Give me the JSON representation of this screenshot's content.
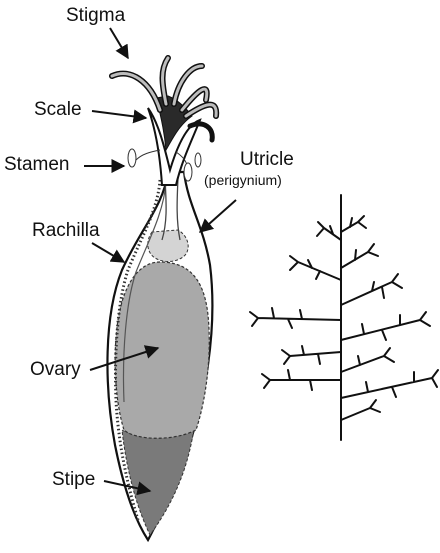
{
  "labels": {
    "stigma": "Stigma",
    "scale": "Scale",
    "stamen": "Stamen",
    "utricle": "Utricle",
    "utricle_sub": "(perigynium)",
    "rachilla": "Rachilla",
    "ovary": "Ovary",
    "stipe": "Stipe"
  },
  "colors": {
    "ovary_fill": "#a9a9a9",
    "stipe_fill": "#7a7a7a",
    "ink": "#111111"
  }
}
